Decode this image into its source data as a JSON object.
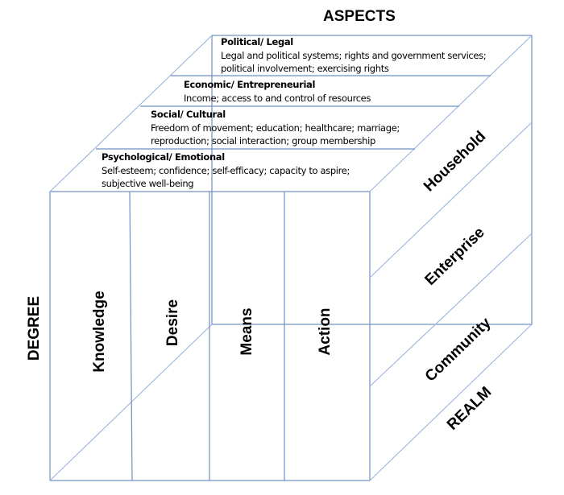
{
  "title_aspects": "ASPECTS",
  "title_degree": "DEGREE",
  "title_realm": "REALM",
  "aspects": [
    {
      "title": "Political/ Legal",
      "lines": [
        "Legal and political systems; rights and government services;",
        "political involvement; exercising rights"
      ]
    },
    {
      "title": "Economic/ Entrepreneurial",
      "lines": [
        "Income; access to and control of resources"
      ]
    },
    {
      "title": "Social/ Cultural",
      "lines": [
        "Freedom of movement; education; healthcare; marriage;",
        "reproduction; social interaction; group membership"
      ]
    },
    {
      "title": "Psychological/ Emotional",
      "lines": [
        "Self-esteem; confidence; self-efficacy; capacity to aspire;",
        "subjective well-being"
      ]
    }
  ],
  "degrees": [
    "Knowledge",
    "Desire",
    "Means",
    "Action"
  ],
  "realms": [
    "Household",
    "Enterprise",
    "Community"
  ],
  "colors": {
    "line": "#6f8fc0",
    "line_light": "#9bb5dc",
    "text": "#000000",
    "background": "#ffffff"
  }
}
